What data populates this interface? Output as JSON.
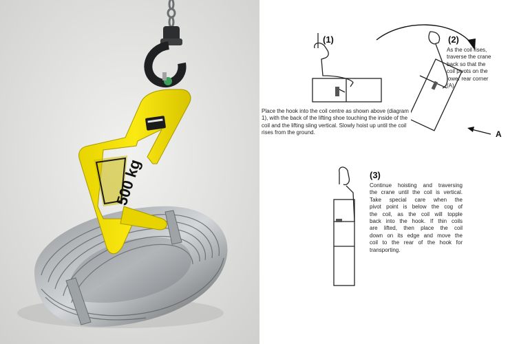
{
  "photo": {
    "hook_label": "500 kg"
  },
  "diagrams": {
    "step1": {
      "number": "(1)",
      "text_lines": [
        "Place the hook into the coil centre as shown above (diagram",
        "1), with the back of the lifting shoe touching the inside of the",
        "coil and the lifting sling vertical. Slowly hoist up until the coil",
        "rises from the ground."
      ]
    },
    "step2": {
      "number": "(2)",
      "text_lines": [
        "As the coil rises,",
        "traverse the crane",
        "back so that the",
        "coil pivots on the",
        "lower rear corner",
        "(A)."
      ],
      "marker": "A"
    },
    "step3": {
      "number": "(3)",
      "text_lines": [
        "Continue hoisting and traversing",
        "the crane until the coil is vertical.",
        "Take special care when the",
        "pivot point is below the cog of",
        "the coil, as the coil will topple",
        "back into the hook. If thin coils",
        "are lifted, then place the coil",
        "down on its edge and move the",
        "coil to the rear of the hook for",
        "transporting."
      ]
    }
  }
}
